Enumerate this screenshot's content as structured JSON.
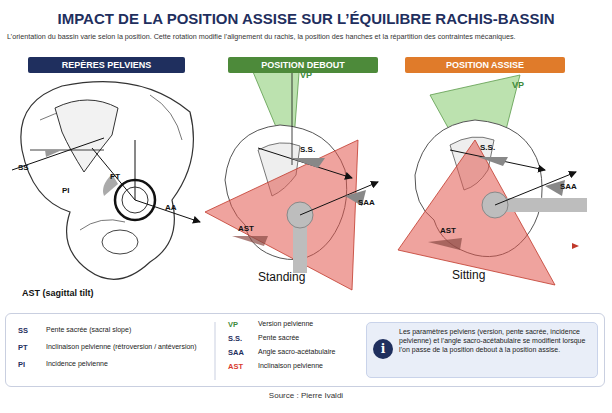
{
  "diagram": {
    "title": "IMPACT DE LA POSITION ASSISE SUR L’ÉQUILIBRE RACHIS-BASSIN",
    "caption": "Source : Pierre Ivaldi",
    "nodes": [
      {
        "text": [
          "REPÈRES PELVIENS"
        ]
      },
      {
        "text": [
          "POSITION DEBOUT"
        ]
      },
      {
        "text": [
          "POSITION ASSISE"
        ]
      },
      {
        "text": [
          "SS",
          "Pente sacrée (sacral slope)",
          "PT",
          "Inclinaison pelvienne (rétroversion / antéversion)",
          "PI",
          "Incidence pelvienne",
          "VP",
          "Version pelvienne",
          "S.S.",
          "Pente sacrée",
          "SAA",
          "Angle sacro-acétabulaire",
          "AST",
          "Inclinaison pelvienne"
        ]
      },
      {
        "text": [
          "Les paramètres pelviens (version, pente sacrée, incidence pelvienne) et l’angle sacro-acétabulaire se modifient lorsque l’on passe de la position debout à la position assise."
        ],
        "in": 3
      },
      {
        "text": [
          "i"
        ],
        "in": 4
      }
    ],
    "labels": [
      "L’orientation du bassin varie selon la position. Cette rotation modifie l’alignement du rachis, la position des hanches et la répartition des contraintes mécaniques.",
      "SS",
      "PI",
      "PT",
      "AA",
      "AST (sagittal tilt)",
      "VP",
      "S.S.",
      "SAA",
      "AST",
      "Standing",
      "VP",
      "S.S.",
      "SAA",
      "AST",
      "Sitting"
    ]
  }
}
